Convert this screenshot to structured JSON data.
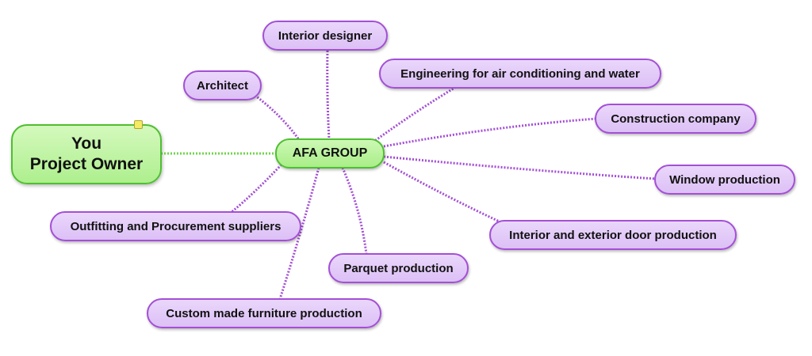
{
  "center": {
    "label": "AFA GROUP"
  },
  "owner": {
    "line1": "You",
    "line2": "Project Owner"
  },
  "topics": {
    "interior_designer": "Interior designer",
    "architect": "Architect",
    "engineering": "Engineering for air conditioning and water",
    "construction": "Construction company",
    "window": "Window production",
    "door": "Interior and exterior door production",
    "parquet": "Parquet production",
    "furniture": "Custom made furniture production",
    "outfitting": "Outfitting and Procurement suppliers"
  },
  "colors": {
    "topic_border": "#a44fd6",
    "topic_fill": "#e2cbf9",
    "center_border": "#4fbf31",
    "center_fill": "#b8f29a",
    "link_purple": "#a44fd6",
    "link_green": "#6fd64a",
    "note_marker": "#f4ea64"
  },
  "icons": {
    "note": "note-marker-icon"
  }
}
